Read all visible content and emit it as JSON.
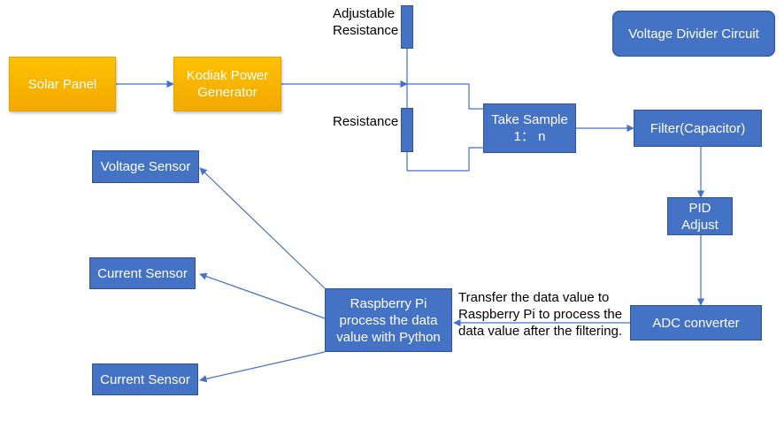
{
  "nodes": {
    "solar_panel": "Solar Panel",
    "kodiak_generator": "Kodiak Power\nGenerator",
    "adjustable_resistance": "Adjustable\nResistance",
    "resistance": "Resistance",
    "take_sample": "Take Sample\n1： n",
    "filter": "Filter(Capacitor)",
    "pid_adjust": "PID\nAdjust",
    "adc_converter": "ADC converter",
    "raspberry_pi": "Raspberry Pi\nprocess the data\nvalue with Python",
    "voltage_sensor": "Voltage Sensor",
    "current_sensor_1": "Current Sensor",
    "current_sensor_2": "Current Sensor",
    "voltage_divider": "Voltage Divider Circuit"
  },
  "annotations": {
    "transfer_note": "Transfer the data value to\nRaspberry Pi to process the\ndata value after the filtering."
  },
  "colors": {
    "box_fill": "#4472c4",
    "box_border": "#2f528f",
    "solar_fill": "#ffc000",
    "line": "#4472c4"
  }
}
